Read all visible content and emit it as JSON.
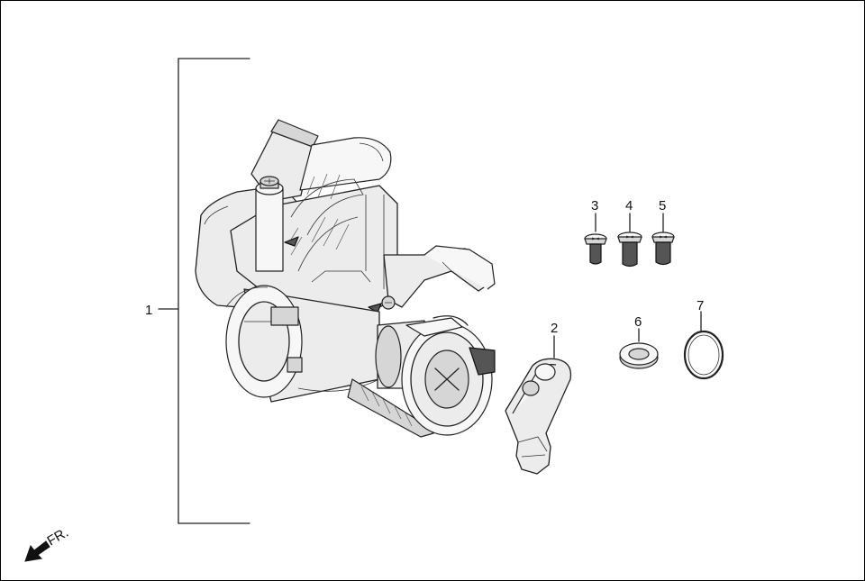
{
  "callouts": {
    "c1": "1",
    "c2": "2",
    "c3": "3",
    "c4": "4",
    "c5": "5",
    "c6": "6",
    "c7": "7"
  },
  "direction": {
    "label": "FR.",
    "icon": "front-direction-arrow-icon"
  },
  "colors": {
    "line": "#222222",
    "fill_light": "#ececec",
    "fill_mid": "#d6d6d6",
    "fill_dark": "#555555"
  }
}
